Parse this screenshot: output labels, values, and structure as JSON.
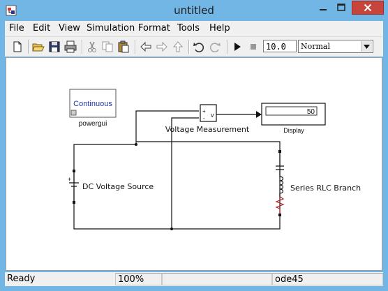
{
  "window": {
    "title": "untitled"
  },
  "menu": [
    "File",
    "Edit",
    "View",
    "Simulation",
    "Format",
    "Tools",
    "Help"
  ],
  "toolbar": {
    "stop_time": "10.0",
    "mode": "Normal",
    "icons": [
      "new-model-icon",
      "open-icon",
      "save-icon",
      "print-icon",
      "cut-icon",
      "copy-icon",
      "paste-icon",
      "back-icon",
      "forward-icon",
      "up-level-icon",
      "undo-icon",
      "redo-icon",
      "start-simulation-icon",
      "stop-simulation-icon"
    ]
  },
  "blocks": {
    "powergui": {
      "label": "powergui",
      "content": "Continuous"
    },
    "voltage_measurement": {
      "label": "Voltage Measurement",
      "port_plus": "+",
      "port_minus": "-",
      "output": "v"
    },
    "display": {
      "label": "Display",
      "value": "50"
    },
    "dc_source": {
      "label": "DC Voltage Source",
      "sign": "+"
    },
    "rlc_branch": {
      "label": "Series RLC Branch"
    }
  },
  "status": {
    "state": "Ready",
    "zoom": "100%",
    "solver": "ode45"
  },
  "colors": {
    "title_bg": "#72b6e6",
    "close_button": "#c7453a",
    "powergui_text": "#2233aa"
  }
}
